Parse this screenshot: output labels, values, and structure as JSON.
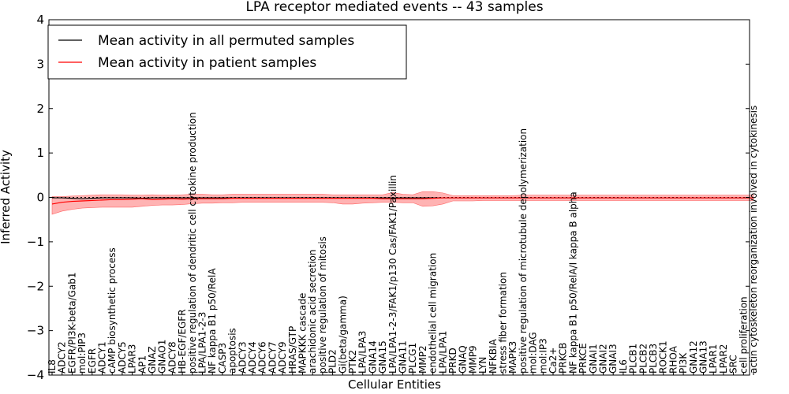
{
  "chart_data": {
    "type": "line",
    "title": "LPA receptor mediated events -- 43 samples",
    "xlabel": "Cellular Entities",
    "ylabel": "Inferred Activity",
    "ylim": [
      -4,
      4
    ],
    "yticks": [
      "−4",
      "−3",
      "−2",
      "−1",
      "0",
      "1",
      "2",
      "3",
      "4"
    ],
    "grid": false,
    "legend_position": "top-left",
    "colors": {
      "permuted": "#000000",
      "patient": "#ff0000",
      "band": "#ff9999",
      "axis": "#000000"
    },
    "categories": [
      "IL8",
      "ADCY2",
      "EGFR/PI3K-beta/Gab1",
      "mol:PIP3",
      "EGFR",
      "ADCY1",
      "cAMP biosynthetic process",
      "ADCY5",
      "LPAR3",
      "AP1",
      "GNAZ",
      "GNAO1",
      "ADCY8",
      "HB-EGF/EGFR",
      "positive regulation of dendritic cell cytokine production",
      "LPA/LPA1-2-3",
      "NF kappa B1 p50/RelA",
      "CASP3",
      "apoptosis",
      "ADCY3",
      "ADCY4",
      "ADCY6",
      "ADCY7",
      "ADCY9",
      "HRAS/GTP",
      "MAPKKK cascade",
      "arachidonic acid secretion",
      "positive regulation of mitosis",
      "PLD2",
      "Gi(beta/gamma)",
      "PTK2",
      "LPA/LPA3",
      "GNA14",
      "GNA15",
      "LPA/LPA1-2-3/FAK1/p130 Cas/FAK1/Paxillin",
      "GNA11",
      "PLCG1",
      "MMP2",
      "endothelial cell migration",
      "LPA/LPA1",
      "PRKD",
      "GNAQ",
      "MMP9",
      "LYN",
      "NFKBIA",
      "stress fiber formation",
      "MAPK3",
      "positive regulation of microtubule depolymerization",
      "mol:DAG",
      "mol:IP3",
      "Ca2+",
      "PRKCB",
      "NF kappa B1 p50/RelA/I kappa B alpha",
      "PRKCE",
      "GNAI1",
      "GNAI2",
      "GNAI3",
      "IL6",
      "PLCB1",
      "PLCB2",
      "PLCB3",
      "ROCK1",
      "RHOA",
      "PI3K",
      "GNA12",
      "GNA13",
      "LPAR1",
      "LPAR2",
      "SRC",
      "cell proliferation",
      "actin cytoskeleton reorganization involved in cytokinesis"
    ],
    "series": [
      {
        "name": "Mean activity in all permuted samples",
        "color": "#000000",
        "values": [
          -0.01,
          -0.01,
          -0.02,
          -0.03,
          -0.02,
          -0.01,
          -0.01,
          -0.01,
          -0.01,
          -0.02,
          -0.01,
          -0.01,
          -0.01,
          -0.01,
          -0.01,
          -0.01,
          -0.01,
          -0.01,
          -0.01,
          -0.01,
          -0.01,
          -0.01,
          -0.01,
          -0.01,
          -0.01,
          -0.01,
          -0.01,
          -0.01,
          -0.01,
          -0.01,
          -0.01,
          -0.01,
          -0.01,
          -0.01,
          -0.01,
          -0.01,
          -0.01,
          -0.01,
          -0.01,
          -0.01,
          -0.01,
          -0.01,
          -0.01,
          -0.01,
          -0.01,
          -0.01,
          -0.01,
          -0.01,
          -0.01,
          -0.01,
          -0.01,
          -0.01,
          -0.01,
          -0.01,
          -0.01,
          -0.01,
          -0.01,
          -0.01,
          -0.01,
          -0.01,
          -0.01,
          -0.01,
          -0.01,
          -0.01,
          -0.01,
          -0.01,
          -0.01,
          -0.01,
          -0.01,
          -0.01,
          -0.01
        ]
      },
      {
        "name": "Mean activity in patient samples",
        "color": "#ff0000",
        "values": [
          -0.15,
          -0.11,
          -0.09,
          -0.08,
          -0.07,
          -0.06,
          -0.05,
          -0.05,
          -0.04,
          -0.03,
          -0.05,
          -0.04,
          -0.03,
          -0.04,
          -0.03,
          -0.03,
          -0.03,
          -0.03,
          -0.02,
          -0.02,
          -0.02,
          -0.02,
          -0.02,
          -0.02,
          -0.02,
          -0.02,
          -0.02,
          -0.02,
          -0.02,
          -0.02,
          -0.02,
          -0.02,
          -0.02,
          -0.03,
          -0.03,
          -0.03,
          -0.03,
          -0.03,
          -0.02,
          -0.01,
          -0.01,
          -0.01,
          -0.01,
          -0.01,
          -0.01,
          -0.01,
          -0.01,
          -0.01,
          -0.01,
          -0.01,
          -0.01,
          -0.01,
          -0.01,
          -0.01,
          -0.01,
          -0.01,
          -0.01,
          -0.01,
          -0.01,
          -0.01,
          -0.01,
          -0.01,
          -0.01,
          -0.01,
          -0.01,
          -0.01,
          -0.01,
          -0.01,
          -0.01,
          -0.01,
          -0.01
        ]
      }
    ],
    "band_upper": [
      0.02,
      0.02,
      0.03,
      0.04,
      0.05,
      0.06,
      0.06,
      0.06,
      0.05,
      0.05,
      0.06,
      0.05,
      0.05,
      0.06,
      0.07,
      0.07,
      0.06,
      0.06,
      0.07,
      0.07,
      0.07,
      0.07,
      0.07,
      0.07,
      0.07,
      0.07,
      0.07,
      0.07,
      0.06,
      0.06,
      0.06,
      0.06,
      0.06,
      0.06,
      0.11,
      0.07,
      0.06,
      0.13,
      0.13,
      0.1,
      0.04,
      0.04,
      0.04,
      0.04,
      0.04,
      0.04,
      0.04,
      0.05,
      0.05,
      0.05,
      0.05,
      0.05,
      0.05,
      0.05,
      0.05,
      0.05,
      0.05,
      0.05,
      0.05,
      0.05,
      0.05,
      0.05,
      0.05,
      0.05,
      0.05,
      0.05,
      0.05,
      0.05,
      0.05,
      0.05,
      0.05
    ],
    "band_lower": [
      -0.38,
      -0.31,
      -0.27,
      -0.24,
      -0.23,
      -0.22,
      -0.22,
      -0.22,
      -0.22,
      -0.2,
      -0.18,
      -0.17,
      -0.17,
      -0.16,
      -0.14,
      -0.13,
      -0.13,
      -0.12,
      -0.12,
      -0.11,
      -0.11,
      -0.11,
      -0.11,
      -0.11,
      -0.11,
      -0.11,
      -0.11,
      -0.11,
      -0.12,
      -0.15,
      -0.15,
      -0.13,
      -0.12,
      -0.11,
      -0.11,
      -0.12,
      -0.12,
      -0.2,
      -0.19,
      -0.15,
      -0.08,
      -0.08,
      -0.08,
      -0.07,
      -0.07,
      -0.07,
      -0.07,
      -0.07,
      -0.07,
      -0.07,
      -0.07,
      -0.07,
      -0.07,
      -0.07,
      -0.07,
      -0.07,
      -0.07,
      -0.07,
      -0.07,
      -0.07,
      -0.07,
      -0.07,
      -0.07,
      -0.07,
      -0.07,
      -0.07,
      -0.07,
      -0.07,
      -0.07,
      -0.07,
      -0.07
    ]
  }
}
